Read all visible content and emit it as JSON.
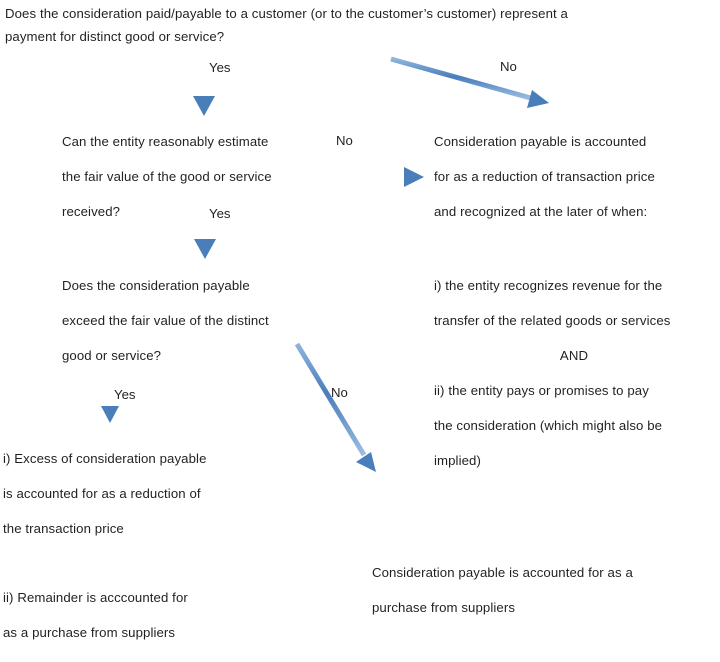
{
  "chart_data": {
    "type": "diagram",
    "title": "Consideration payable to a customer decision flowchart",
    "nodes": [
      {
        "id": "q1",
        "text": "Does the consideration paid/payable to a customer (or to the customer’s customer) represent a payment for distinct good or service?"
      },
      {
        "id": "q2",
        "text": "Can the entity reasonably estimate the fair value of the good or service received?"
      },
      {
        "id": "q3",
        "text": "Does the consideration payable exceed the fair value of the distinct good or service?"
      },
      {
        "id": "r1",
        "text": "Consideration payable is accounted for as a reduction of transaction price and recognized at the later of when: i) the entity recognizes revenue for the transfer of the related goods or services AND ii) the entity pays or promises to pay the consideration (which might also be implied)"
      },
      {
        "id": "r2",
        "text": "i) Excess of consideration payable is accounted for as a reduction of the transaction price ii) Remainder is acccounted for as a purchase from suppliers"
      },
      {
        "id": "r3",
        "text": "Consideration payable is accounted for as a purchase from suppliers"
      }
    ],
    "edges": [
      {
        "from": "q1",
        "to": "q2",
        "label": "Yes"
      },
      {
        "from": "q1",
        "to": "r1",
        "label": "No"
      },
      {
        "from": "q2",
        "to": "r1",
        "label": "No"
      },
      {
        "from": "q2",
        "to": "q3",
        "label": "Yes"
      },
      {
        "from": "q3",
        "to": "r2",
        "label": "Yes"
      },
      {
        "from": "q3",
        "to": "r3",
        "label": "No"
      }
    ]
  },
  "colors": {
    "arrow": "#4a7ebb",
    "arrow_light": "#7ba7d7",
    "text": "#231f20",
    "background": "#ffffff"
  },
  "question_1": {
    "line_1": "Does the consideration paid/payable to a customer (or to the customer’s customer) represent a",
    "line_2": "payment for distinct good or service?"
  },
  "question_2": {
    "line_1": "Can the entity reasonably estimate",
    "line_2": "the fair value of the good or service",
    "line_3": "received?"
  },
  "question_3": {
    "line_1": "Does the consideration payable",
    "line_2": "exceed the fair value of the distinct",
    "line_3": "good or service?"
  },
  "result_reduction": {
    "line_1": "Consideration payable is accounted",
    "line_2": "for as a reduction of transaction price",
    "line_3": "and recognized at the later of when:",
    "line_4": "i) the entity recognizes revenue for the",
    "line_5": "transfer of the related goods or services",
    "line_6": "AND",
    "line_7": "ii) the entity pays or promises to pay",
    "line_8": "the consideration (which might also be",
    "line_9": "implied)"
  },
  "result_excess": {
    "line_1": "i) Excess of consideration payable",
    "line_2": "is accounted for as a reduction of",
    "line_3": "the transaction price",
    "line_4": "ii) Remainder is acccounted for",
    "line_5": "as a purchase from suppliers"
  },
  "result_purchase": {
    "line_1": "Consideration payable is accounted for as a",
    "line_2": "purchase from suppliers"
  },
  "edge_labels": {
    "q1_yes": "Yes",
    "q1_no": "No",
    "q2_no": "No",
    "q2_yes": "Yes",
    "q3_yes": "Yes",
    "q3_no": "No"
  }
}
